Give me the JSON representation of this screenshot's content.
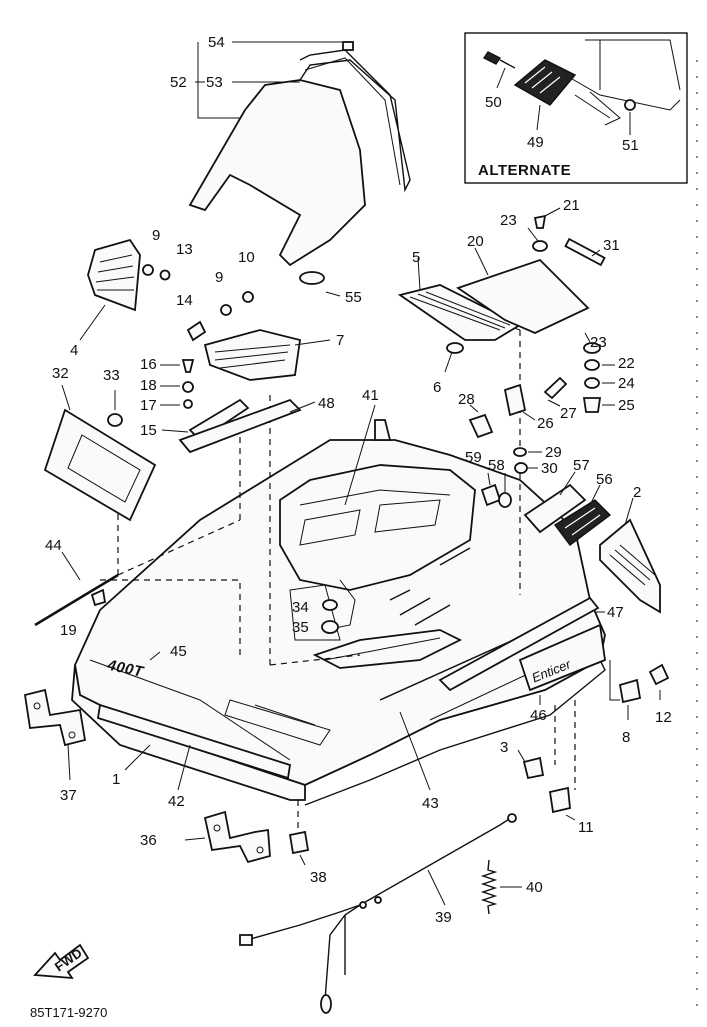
{
  "diagram": {
    "drawing_code": "85T171-9270",
    "inset_label": "ALTERNATE",
    "fwd_label": "FWD",
    "callouts": {
      "c1": "1",
      "c2": "2",
      "c3": "3",
      "c4": "4",
      "c5": "5",
      "c6": "6",
      "c7": "7",
      "c8": "8",
      "c9a": "9",
      "c9b": "9",
      "c10": "10",
      "c11": "11",
      "c12": "12",
      "c13": "13",
      "c14": "14",
      "c15": "15",
      "c16": "16",
      "c17": "17",
      "c18": "18",
      "c19": "19",
      "c20": "20",
      "c21": "21",
      "c22": "22",
      "c23a": "23",
      "c23b": "23",
      "c24": "24",
      "c25": "25",
      "c26": "26",
      "c27": "27",
      "c28": "28",
      "c29": "29",
      "c30": "30",
      "c31": "31",
      "c32": "32",
      "c33": "33",
      "c34": "34",
      "c35": "35",
      "c36": "36",
      "c37": "37",
      "c38": "38",
      "c39": "39",
      "c40": "40",
      "c41": "41",
      "c42": "42",
      "c43": "43",
      "c44": "44",
      "c45": "45",
      "c46": "46",
      "c47": "47",
      "c48": "48",
      "c49": "49",
      "c50": "50",
      "c51": "51",
      "c52": "52",
      "c53": "53",
      "c54": "54",
      "c55": "55",
      "c56": "56",
      "c57": "57",
      "c58": "58",
      "c59": "59"
    }
  }
}
